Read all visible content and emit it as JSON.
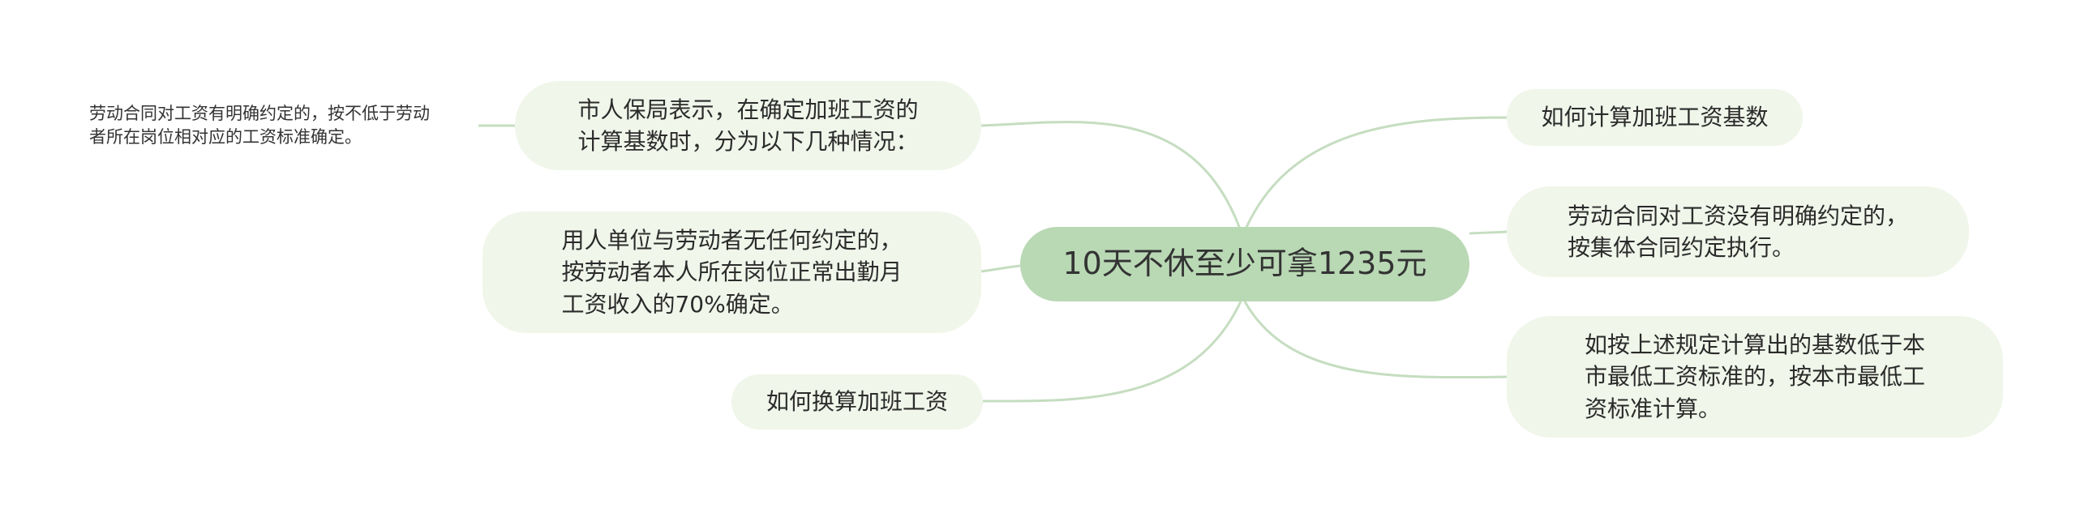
{
  "mindmap": {
    "root": "10天不休至少可拿1235元",
    "left": [
      {
        "text": "市人保局表示，在确定加班工资的\n计算基数时，分为以下几种情况：",
        "children": [
          "劳动合同对工资有明确约定的，按不低于劳动\n者所在岗位相对应的工资标准确定。"
        ]
      },
      {
        "text": "用人单位与劳动者无任何约定的，\n按劳动者本人所在岗位正常出勤月\n工资收入的70%确定。"
      },
      {
        "text": "如何换算加班工资"
      }
    ],
    "right": [
      {
        "text": "如何计算加班工资基数"
      },
      {
        "text": "劳动合同对工资没有明确约定的，\n按集体合同约定执行。"
      },
      {
        "text": "如按上述规定计算出的基数低于本\n市最低工资标准的，按本市最低工\n资标准计算。"
      }
    ],
    "colors": {
      "link": "#c5ddc0",
      "root_fill": "#b9d8b4",
      "node_fill": "#f0f6ea"
    }
  }
}
